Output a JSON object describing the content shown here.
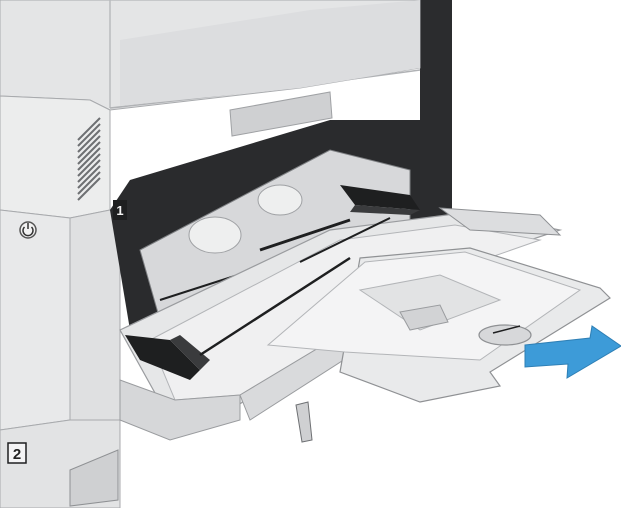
{
  "illustration": {
    "subject": "printer-tray-1-multipurpose-tray-open",
    "tray_labels": {
      "tray_1": "1",
      "tray_2": "2"
    },
    "icons": {
      "power": "power-icon",
      "arrow": "pull-out-direction-arrow-icon"
    },
    "colors": {
      "body_light": "#e9eaeb",
      "body_mid": "#d3d4d6",
      "body_dark": "#9fa1a4",
      "shadow": "#3a3b3d",
      "arrow": "#3d9bd8",
      "slot_dark": "#1e1f20"
    }
  }
}
